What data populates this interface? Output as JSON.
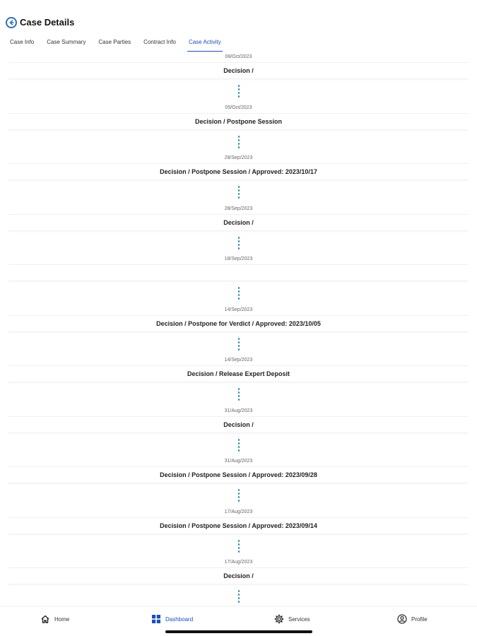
{
  "header": {
    "title": "Case Details"
  },
  "tabs": [
    {
      "label": "Case Info",
      "active": false
    },
    {
      "label": "Case Summary",
      "active": false
    },
    {
      "label": "Case Parties",
      "active": false
    },
    {
      "label": "Contract Info",
      "active": false
    },
    {
      "label": "Case Activity",
      "active": true
    }
  ],
  "activities": [
    {
      "date": "08/Oct/2023",
      "description": "Decision /"
    },
    {
      "date": "05/Oct/2023",
      "description": "Decision / Postpone Session"
    },
    {
      "date": "28/Sep/2023",
      "description": "Decision / Postpone Session / Approved: 2023/10/17"
    },
    {
      "date": "28/Sep/2023",
      "description": "Decision /"
    },
    {
      "date": "18/Sep/2023",
      "description": ""
    },
    {
      "date": "14/Sep/2023",
      "description": "Decision / Postpone for Verdict / Approved: 2023/10/05"
    },
    {
      "date": "14/Sep/2023",
      "description": "Decision / Release Expert Deposit"
    },
    {
      "date": "31/Aug/2023",
      "description": "Decision /"
    },
    {
      "date": "31/Aug/2023",
      "description": "Decision / Postpone Session / Approved: 2023/09/28"
    },
    {
      "date": "17/Aug/2023",
      "description": "Decision / Postpone Session / Approved: 2023/09/14"
    },
    {
      "date": "17/Aug/2023",
      "description": "Decision /"
    }
  ],
  "nav": {
    "home": "Home",
    "dashboard": "Dashboard",
    "services": "Services",
    "profile": "Profile",
    "active": "dashboard"
  },
  "colors": {
    "accent": "#1f4fb5",
    "timeline_dots": "#2e8a9c"
  },
  "icons": {
    "back": "back-arrow-icon",
    "home": "home-icon",
    "dashboard": "grid-icon",
    "services": "gear-icon",
    "profile": "user-circle-icon"
  }
}
